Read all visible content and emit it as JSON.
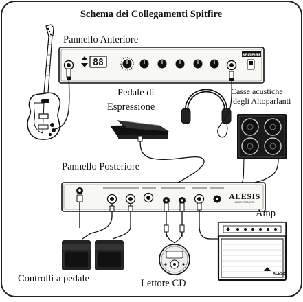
{
  "title": "Schema dei Collegamenti Spitfire",
  "labels": {
    "front_panel": "Pannello Anteriore",
    "rear_panel": "Pannello Posteriore",
    "expression_pedal_line1": "Pedale di",
    "expression_pedal_line2": "Espressione",
    "speakers_line1": "Casse acustiche",
    "speakers_line2": "degli Altoparlanti",
    "amp": "Amp",
    "footswitches": "Controlli a pedale",
    "cd_player": "Lettore CD"
  },
  "device": {
    "front_logo": "SPITFIRE",
    "front_display": "88",
    "rear_logo": "ALESIS",
    "rear_logo_sub": "AUDIO PRODUCTS",
    "amp_logo": "ALESIS"
  }
}
